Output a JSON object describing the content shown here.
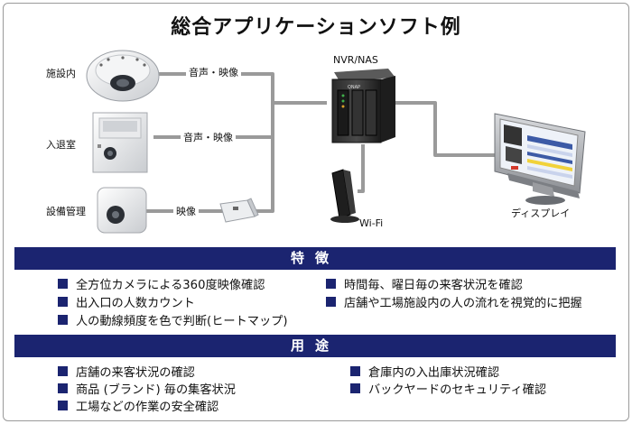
{
  "title": "総合アプリケーションソフト例",
  "devices": {
    "indoor_label": "施設内",
    "entrance_label": "入退室",
    "equipment_label": "設備管理",
    "nvr_label": "NVR/NAS",
    "nvr_brand": "QNAP",
    "wifi_label": "Wi-Fi",
    "display_label": "ディスプレイ"
  },
  "links": {
    "audio_video_1": "音声・映像",
    "audio_video_2": "音声・映像",
    "video": "映像"
  },
  "features": {
    "header": "特徴",
    "items": [
      "全方位カメラによる360度映像確認",
      "出入口の人数カウント",
      "人の動線頻度を色で判断(ヒートマップ)",
      "時間毎、曜日毎の来客状況を確認",
      "店舗や工場施設内の人の流れを視覚的に把握"
    ]
  },
  "uses": {
    "header": "用途",
    "items": [
      "店舗の来客状況の確認",
      "商品 (ブランド) 毎の集客状況",
      "工場などの作業の安全確認",
      "倉庫内の入出庫状況確認",
      "バックヤードのセキュリティ確認"
    ]
  },
  "colors": {
    "accent": "#1b2470",
    "line": "#9a9a9a"
  }
}
